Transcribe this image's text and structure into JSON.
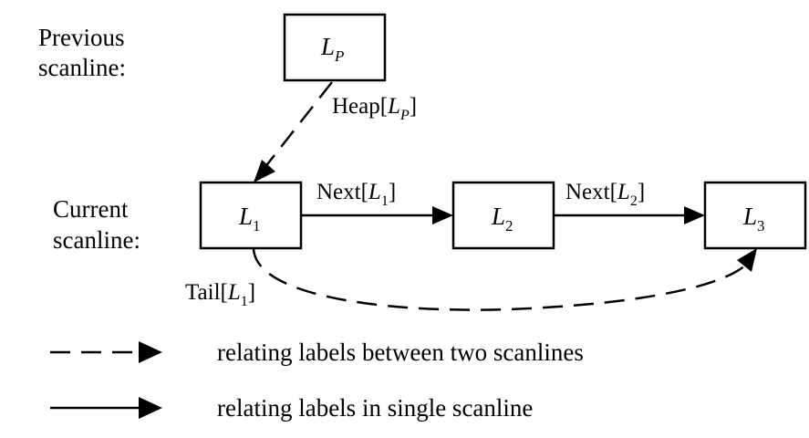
{
  "rows": {
    "previous": [
      "Previous",
      "scanline:"
    ],
    "current": [
      "Current",
      "scanline:"
    ]
  },
  "nodes": {
    "lp": {
      "base": "L",
      "sub": "P"
    },
    "l1": {
      "base": "L",
      "sub": "1"
    },
    "l2": {
      "base": "L",
      "sub": "2"
    },
    "l3": {
      "base": "L",
      "sub": "3"
    }
  },
  "edges": {
    "heap": {
      "fn": "Heap[",
      "base": "L",
      "sub": "P",
      "close": "]"
    },
    "next1": {
      "fn": "Next[",
      "base": "L",
      "sub": "1",
      "close": "]"
    },
    "next2": {
      "fn": "Next[",
      "base": "L",
      "sub": "2",
      "close": "]"
    },
    "tail": {
      "fn": "Tail[",
      "base": "L",
      "sub": "1",
      "close": "]"
    }
  },
  "legend": {
    "dashed": "relating labels between two scanlines",
    "solid": "relating labels in single scanline"
  }
}
